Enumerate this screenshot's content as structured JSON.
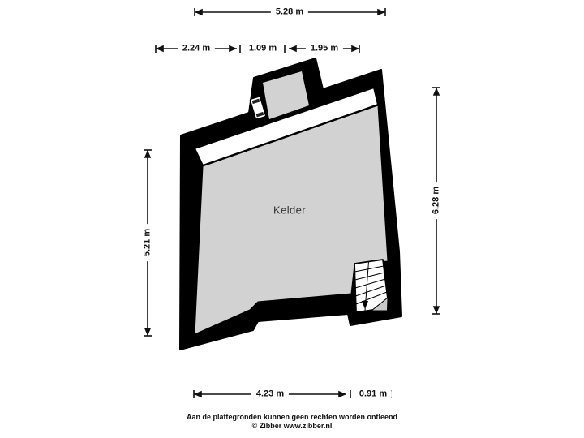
{
  "page": {
    "background": "#ffffff",
    "type": "floorplan"
  },
  "floorplan": {
    "room_label": "Kelder",
    "colors": {
      "wall": "#000000",
      "room_fill": "#d2d2d2",
      "band_fill": "#ffffff",
      "stair_fill": "#ffffff",
      "stair_fold_fill": "#c9c9c9",
      "dimension_line": "#111111",
      "label_background": "#ffffff",
      "label_text": "#111111"
    },
    "icons": {
      "window": "window-symbol",
      "stair_arrow": "arrow-down"
    },
    "dimensions": {
      "top_total": {
        "label": "5.28 m"
      },
      "top_segments": [
        {
          "label": "2.24 m"
        },
        {
          "label": "1.09 m"
        },
        {
          "label": "1.95 m"
        }
      ],
      "left": {
        "label": "5.21 m"
      },
      "right": {
        "label": "6.28 m"
      },
      "bottom_segments": [
        {
          "label": "4.23 m"
        },
        {
          "label": "0.91 m"
        }
      ]
    }
  },
  "footer": {
    "line1": "Aan de plattegronden kunnen geen rechten worden ontleend",
    "line2": "© Zibber www.zibber.nl"
  }
}
